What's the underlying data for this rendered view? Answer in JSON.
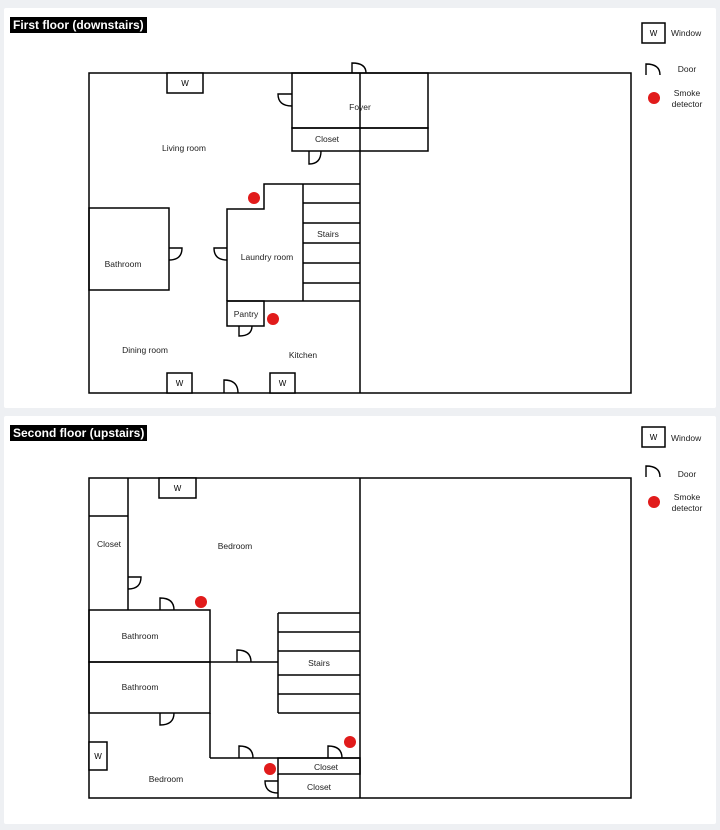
{
  "legend": {
    "window_label": "Window",
    "window_symbol": "W",
    "door_label": "Door",
    "smoke_label_line1": "Smoke",
    "smoke_label_line2": "detector"
  },
  "floor1": {
    "title": "First floor (downstairs)",
    "rooms": {
      "foyer": "Foyer",
      "closet": "Closet",
      "living_room": "Living room",
      "stairs": "Stairs",
      "laundry_room": "Laundry room",
      "bathroom": "Bathroom",
      "pantry": "Pantry",
      "dining_room": "Dining room",
      "kitchen": "Kitchen"
    }
  },
  "floor2": {
    "title": "Second floor (upstairs)",
    "rooms": {
      "closet_left": "Closet",
      "bedroom_main": "Bedroom",
      "bathroom_1": "Bathroom",
      "bathroom_2": "Bathroom",
      "stairs": "Stairs",
      "closet_bottom_1": "Closet",
      "closet_bottom_2": "Closet",
      "bedroom_2": "Bedroom"
    }
  },
  "colors": {
    "smoke_detector": "#e11b1b",
    "wall": "#000000"
  }
}
